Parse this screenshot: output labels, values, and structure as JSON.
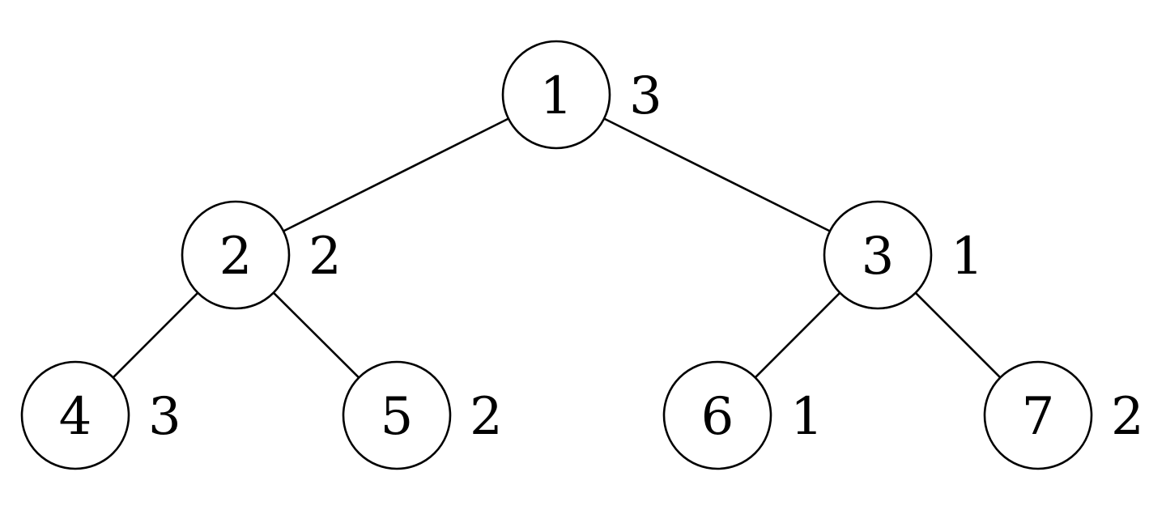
{
  "tree": {
    "nodes": [
      {
        "id": "1",
        "label": "1",
        "annotation": "3"
      },
      {
        "id": "2",
        "label": "2",
        "annotation": "2"
      },
      {
        "id": "3",
        "label": "3",
        "annotation": "1"
      },
      {
        "id": "4",
        "label": "4",
        "annotation": "3"
      },
      {
        "id": "5",
        "label": "5",
        "annotation": "2"
      },
      {
        "id": "6",
        "label": "6",
        "annotation": "1"
      },
      {
        "id": "7",
        "label": "7",
        "annotation": "2"
      }
    ],
    "edges": [
      {
        "from": "1",
        "to": "2"
      },
      {
        "from": "1",
        "to": "3"
      },
      {
        "from": "2",
        "to": "4"
      },
      {
        "from": "2",
        "to": "5"
      },
      {
        "from": "3",
        "to": "6"
      },
      {
        "from": "3",
        "to": "7"
      }
    ]
  }
}
